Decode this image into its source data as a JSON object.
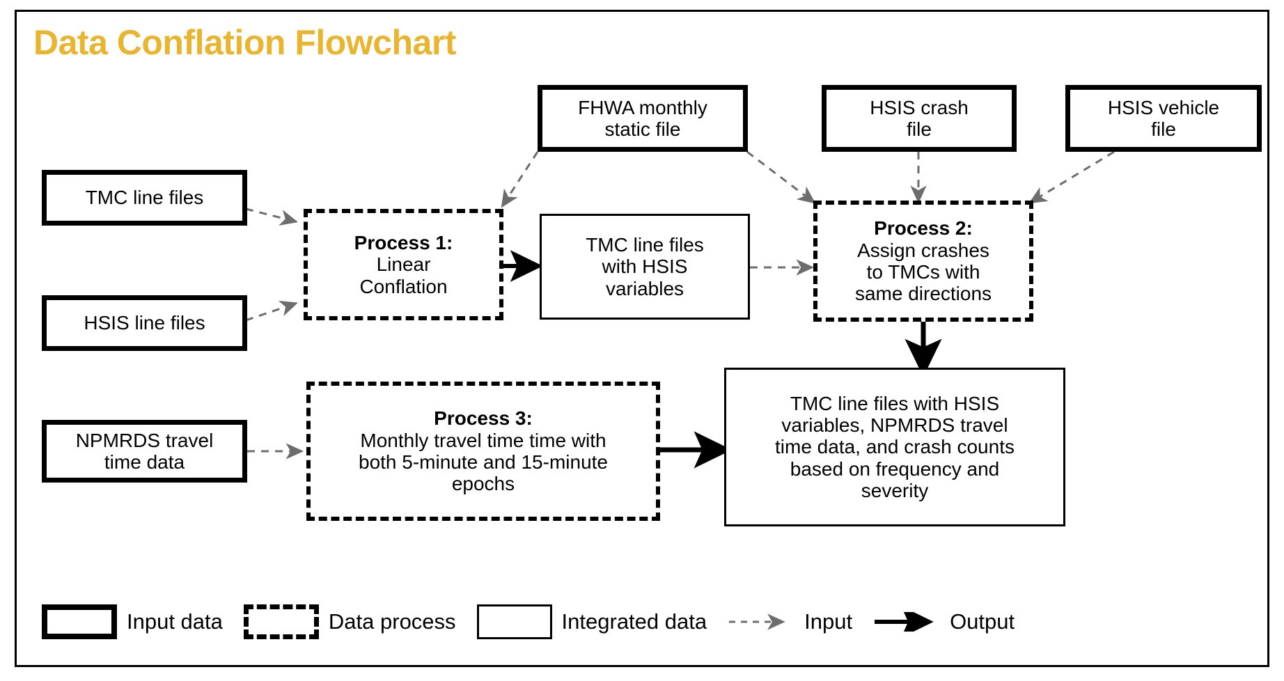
{
  "title": "Data Conflation Flowchart",
  "theme": {
    "title_color": "#e9b52e",
    "line_color": "#000000",
    "input_arrow_color": "#6d6d6d",
    "background": "#ffffff"
  },
  "nodes": {
    "tmc_line_files": {
      "label": "TMC line files",
      "kind": "input data"
    },
    "hsis_line_files": {
      "label": "HSIS line files",
      "kind": "input data"
    },
    "npmrds_travel": {
      "line1": "NPMRDS travel",
      "line2": "time data",
      "kind": "input data"
    },
    "fhwa_static": {
      "line1": "FHWA monthly",
      "line2": "static file",
      "kind": "input data"
    },
    "hsis_crash": {
      "line1": "HSIS crash",
      "line2": "file",
      "kind": "input data"
    },
    "hsis_vehicle": {
      "line1": "HSIS vehicle",
      "line2": "file",
      "kind": "input data"
    },
    "process1": {
      "header": "Process 1:",
      "line1": "Linear",
      "line2": "Conflation",
      "kind": "data process"
    },
    "process2": {
      "header": "Process 2:",
      "line1": "Assign crashes",
      "line2": "to TMCs with",
      "line3": "same directions",
      "kind": "data process"
    },
    "process3": {
      "header": "Process 3:",
      "line1": "Monthly travel time time with",
      "line2": "both 5-minute and 15-minute",
      "line3": "epochs",
      "kind": "data process"
    },
    "tmc_with_hsis": {
      "line1": "TMC line files",
      "line2": "with HSIS",
      "line3": "variables",
      "kind": "integrated data"
    },
    "final_output": {
      "line1": "TMC line files with HSIS",
      "line2": "variables, NPMRDS travel",
      "line3": "time data, and crash counts",
      "line4": "based on frequency and",
      "line5": "severity",
      "kind": "integrated data"
    }
  },
  "edges": [
    {
      "from": "tmc_line_files",
      "to": "process1",
      "type": "input"
    },
    {
      "from": "hsis_line_files",
      "to": "process1",
      "type": "input"
    },
    {
      "from": "fhwa_static",
      "to": "process1",
      "type": "input"
    },
    {
      "from": "process1",
      "to": "tmc_with_hsis",
      "type": "output"
    },
    {
      "from": "tmc_with_hsis",
      "to": "process2",
      "type": "input"
    },
    {
      "from": "fhwa_static",
      "to": "process2",
      "type": "input"
    },
    {
      "from": "hsis_crash",
      "to": "process2",
      "type": "input"
    },
    {
      "from": "hsis_vehicle",
      "to": "process2",
      "type": "input"
    },
    {
      "from": "process2",
      "to": "final_output",
      "type": "output"
    },
    {
      "from": "npmrds_travel",
      "to": "process3",
      "type": "input"
    },
    {
      "from": "process3",
      "to": "final_output",
      "type": "output"
    }
  ],
  "legend": [
    {
      "symbol": "thick-solid-box",
      "label": "Input data"
    },
    {
      "symbol": "dashed-box",
      "label": "Data process"
    },
    {
      "symbol": "thin-solid-box",
      "label": "Integrated data"
    },
    {
      "symbol": "dashed-arrow",
      "label": "Input"
    },
    {
      "symbol": "solid-arrow",
      "label": "Output"
    }
  ]
}
